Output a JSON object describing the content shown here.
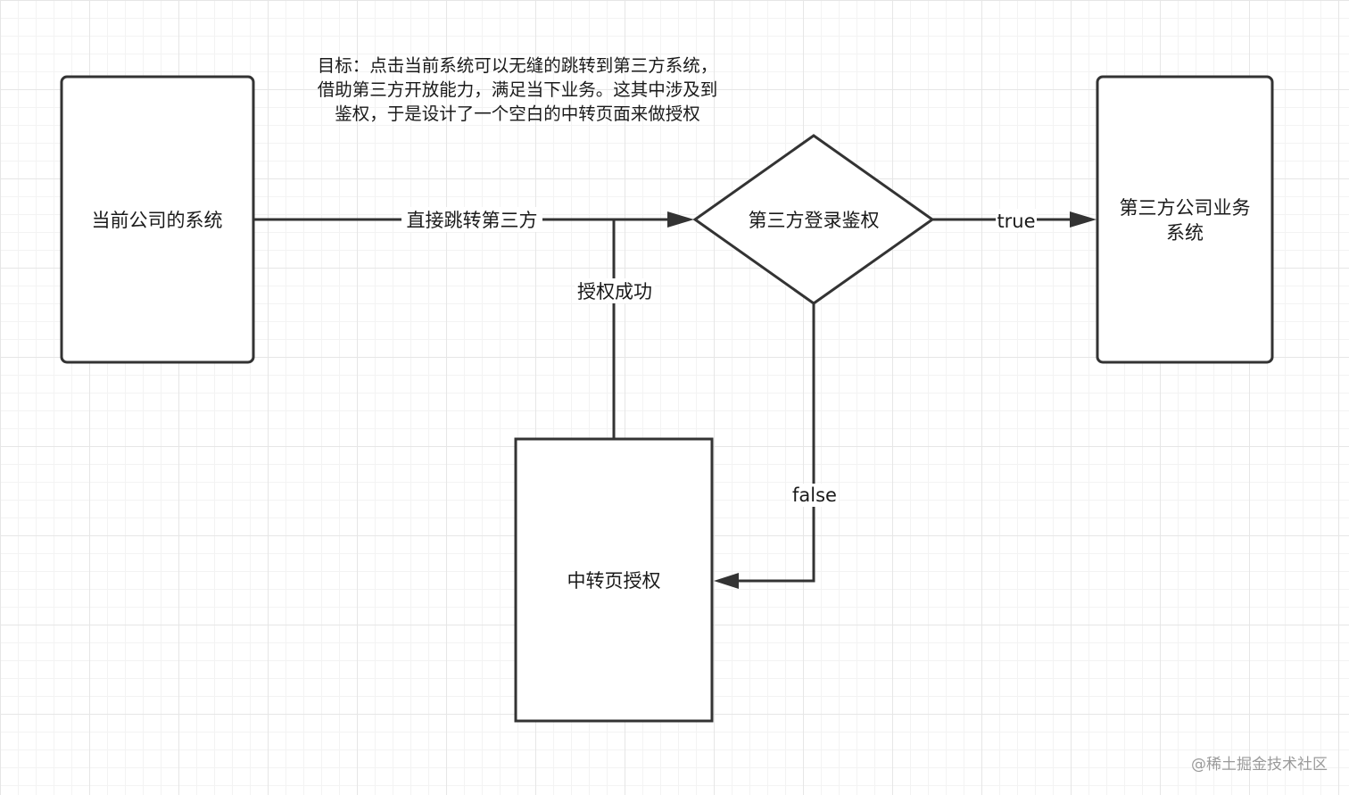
{
  "goal_note": {
    "lines": [
      "目标：点击当前系统可以无缝的跳转到第三方系统，",
      "借助第三方开放能力，满足当下业务。这其中涉及到",
      "鉴权，于是设计了一个空白的中转页面来做授权"
    ]
  },
  "nodes": {
    "current_system": "当前公司的系统",
    "third_party_auth": "第三方登录鉴权",
    "third_party_business": [
      "第三方公司业务",
      "系统"
    ],
    "relay_page": "中转页授权"
  },
  "edges": {
    "direct_jump": "直接跳转第三方",
    "auth_success": "授权成功",
    "true_label": "true",
    "false_label": "false"
  },
  "watermark": "@稀土掘金技术社区"
}
